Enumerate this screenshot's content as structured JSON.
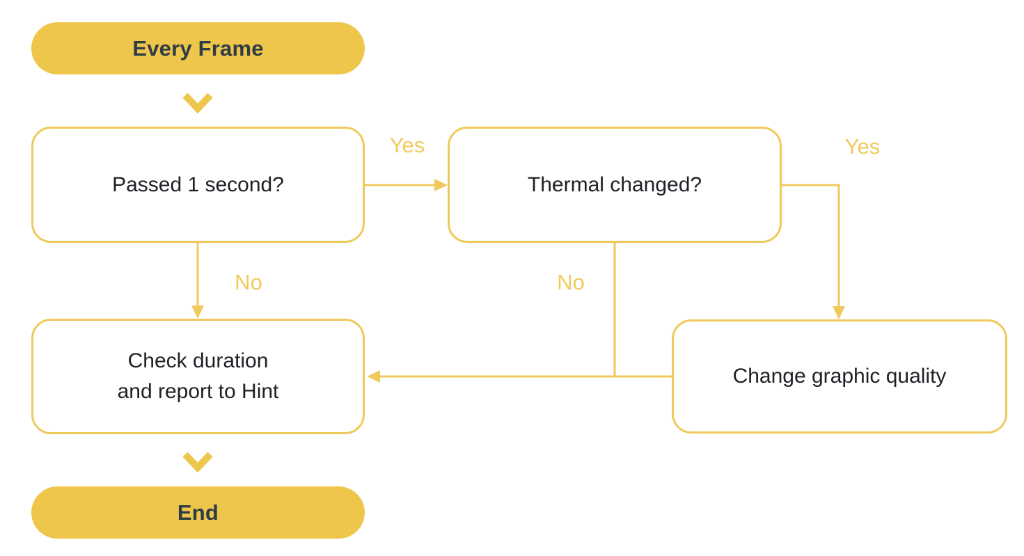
{
  "diagram": {
    "type": "flowchart",
    "background": "#ffffff",
    "colors": {
      "accent_fill": "#edc64b",
      "outline_stroke": "#f0c95c",
      "edge_label_text": "#f1ca5c",
      "terminal_text": "#2f3b45",
      "node_text": "#1d2025"
    },
    "nodes": {
      "start": {
        "label": "Every Frame",
        "kind": "terminal"
      },
      "passed": {
        "label": "Passed 1 second?",
        "kind": "decision"
      },
      "thermal": {
        "label": "Thermal changed?",
        "kind": "decision"
      },
      "change": {
        "label": "Change graphic quality",
        "kind": "process"
      },
      "check": {
        "lines": [
          "Check duration",
          "and report to Hint"
        ],
        "kind": "process"
      },
      "end": {
        "label": "End",
        "kind": "terminal"
      }
    },
    "edges": [
      {
        "from": "start",
        "to": "passed",
        "label": ""
      },
      {
        "from": "passed",
        "to": "thermal",
        "label": "Yes"
      },
      {
        "from": "passed",
        "to": "check",
        "label": "No"
      },
      {
        "from": "thermal",
        "to": "change",
        "label": "Yes"
      },
      {
        "from": "thermal",
        "to": "check",
        "label": "No"
      },
      {
        "from": "change",
        "to": "check",
        "label": ""
      },
      {
        "from": "check",
        "to": "end",
        "label": ""
      }
    ]
  }
}
